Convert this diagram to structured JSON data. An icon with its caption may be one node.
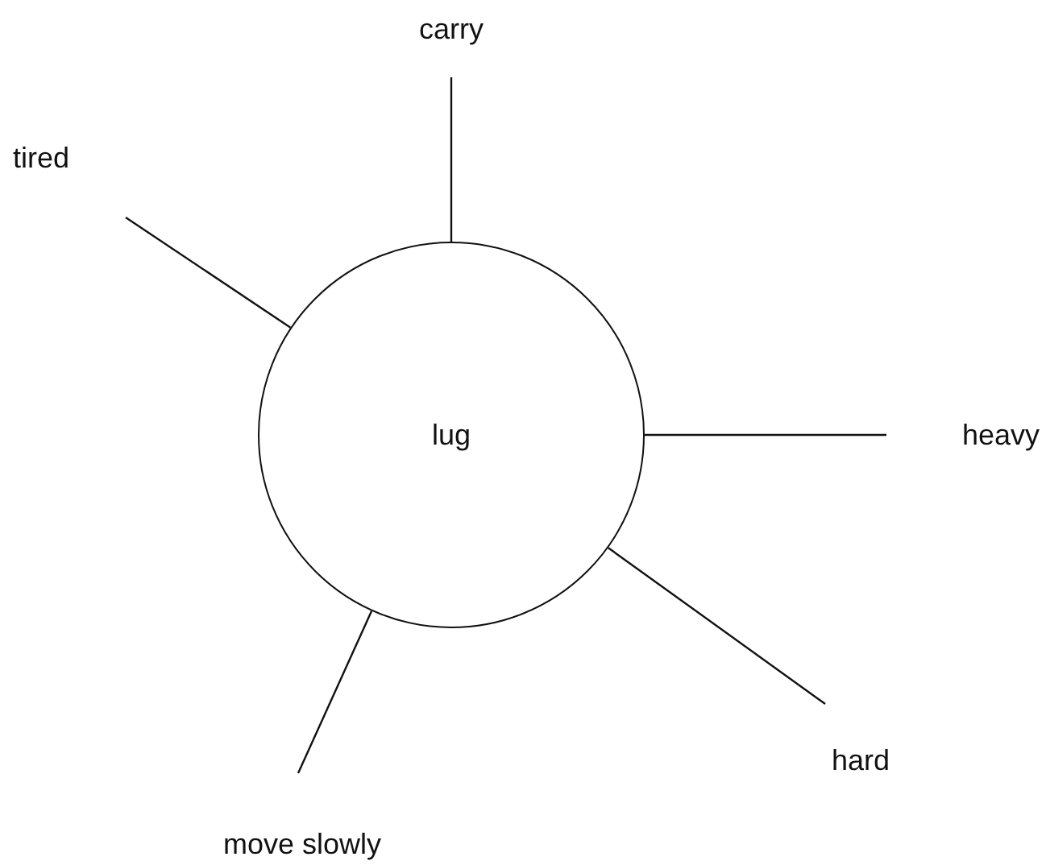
{
  "diagram": {
    "nodes": [
      {
        "text": [
          "lug"
        ]
      },
      {
        "text": [
          "carry"
        ]
      },
      {
        "text": [
          "tired"
        ]
      },
      {
        "text": [
          "heavy"
        ]
      },
      {
        "text": [
          "hard"
        ]
      },
      {
        "text": [
          "move slowly"
        ]
      }
    ],
    "edges": [
      {
        "from": 0,
        "to": 1,
        "arrow": "none"
      },
      {
        "from": 0,
        "to": 2,
        "arrow": "none"
      },
      {
        "from": 0,
        "to": 3,
        "arrow": "none"
      },
      {
        "from": 0,
        "to": 4,
        "arrow": "none"
      },
      {
        "from": 0,
        "to": 5,
        "arrow": "none"
      }
    ]
  }
}
